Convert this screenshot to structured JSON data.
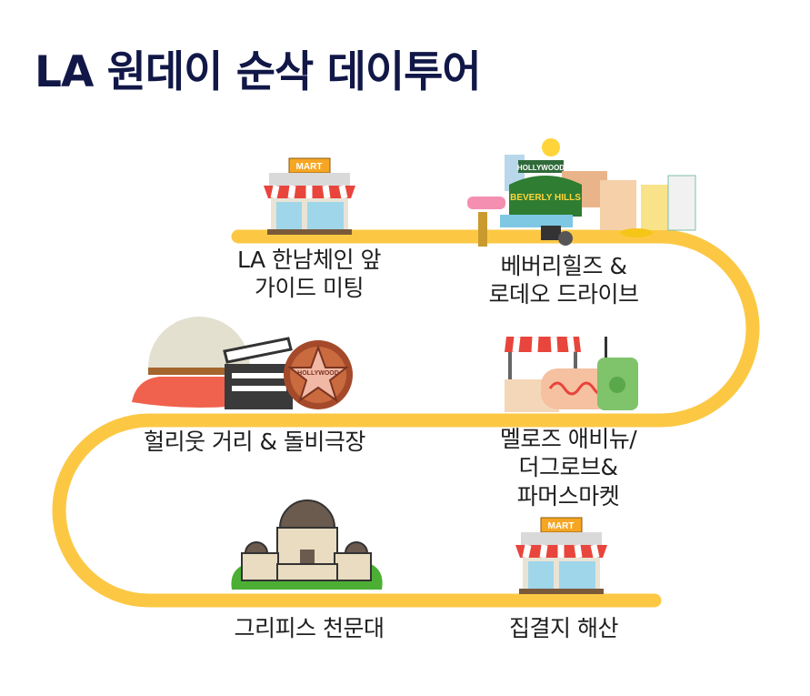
{
  "title": "LA 원데이 순삭 데이투어",
  "colors": {
    "route": "#FCC844",
    "title": "#111747",
    "text": "#1e1e1e"
  },
  "stops": [
    {
      "lines": [
        "LA 한남체인 앞",
        "가이드 미팅"
      ],
      "icon": "mart-icon",
      "sign": "MART"
    },
    {
      "lines": [
        "베버리힐즈 &",
        "로데오 드라이브"
      ],
      "icon": "beverly-hills-icon",
      "sign": "BEVERLY HILLS",
      "sign2": "HOLLYWOOD"
    },
    {
      "lines": [
        "헐리웃 거리 & 돌비극장"
      ],
      "icon": "hollywood-star-icon",
      "sign": "HOLLYWOOD"
    },
    {
      "lines": [
        "멜로즈 애비뉴/",
        "더그로브&",
        "파머스마켓"
      ],
      "icon": "market-stall-icon"
    },
    {
      "lines": [
        "그리피스 천문대"
      ],
      "icon": "observatory-icon"
    },
    {
      "lines": [
        "집결지 해산"
      ],
      "icon": "mart-icon",
      "sign": "MART"
    }
  ]
}
